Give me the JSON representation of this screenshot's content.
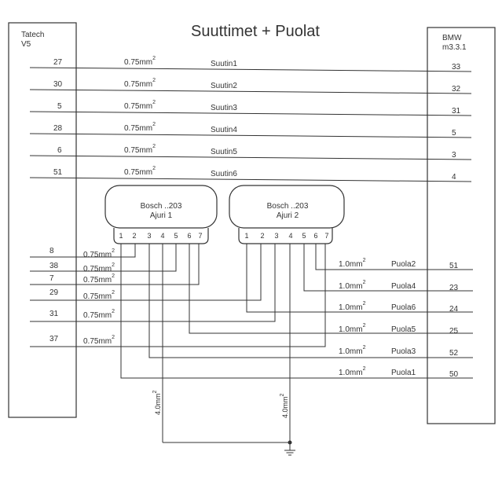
{
  "title": "Suuttimet + Puolat",
  "left_box": {
    "line1": "Tatech",
    "line2": "V5"
  },
  "right_box": {
    "line1": "BMW",
    "line2": "m3.3.1"
  },
  "injector_wires": [
    {
      "left_pin": "27",
      "gauge": "0.75mm",
      "name": "Suutin1",
      "right_pin": "33"
    },
    {
      "left_pin": "30",
      "gauge": "0.75mm",
      "name": "Suutin2",
      "right_pin": "32"
    },
    {
      "left_pin": "5",
      "gauge": "0.75mm",
      "name": "Suutin3",
      "right_pin": "31"
    },
    {
      "left_pin": "28",
      "gauge": "0.75mm",
      "name": "Suutin4",
      "right_pin": "5"
    },
    {
      "left_pin": "6",
      "gauge": "0.75mm",
      "name": "Suutin5",
      "right_pin": "3"
    },
    {
      "left_pin": "51",
      "gauge": "0.75mm",
      "name": "Suutin6",
      "right_pin": "4"
    }
  ],
  "drivers": [
    {
      "line1": "Bosch ..203",
      "line2": "Ajuri 1",
      "pins": [
        "1",
        "2",
        "3",
        "4",
        "5",
        "6",
        "7"
      ]
    },
    {
      "line1": "Bosch ..203",
      "line2": "Ajuri 2",
      "pins": [
        "1",
        "2",
        "3",
        "4",
        "5",
        "6",
        "7"
      ]
    }
  ],
  "driver_inputs": [
    {
      "left_pin": "8",
      "gauge": "0.75mm"
    },
    {
      "left_pin": "38",
      "gauge": "0.75mm"
    },
    {
      "left_pin": "7",
      "gauge": "0.75mm"
    },
    {
      "left_pin": "29",
      "gauge": "0.75mm"
    },
    {
      "left_pin": "31",
      "gauge": "0.75mm"
    },
    {
      "left_pin": "37",
      "gauge": "0.75mm"
    }
  ],
  "coil_wires": [
    {
      "gauge": "1.0mm",
      "name": "Puola2",
      "right_pin": "51"
    },
    {
      "gauge": "1.0mm",
      "name": "Puola4",
      "right_pin": "23"
    },
    {
      "gauge": "1.0mm",
      "name": "Puola6",
      "right_pin": "24"
    },
    {
      "gauge": "1.0mm",
      "name": "Puola5",
      "right_pin": "25"
    },
    {
      "gauge": "1.0mm",
      "name": "Puola3",
      "right_pin": "52"
    },
    {
      "gauge": "1.0mm",
      "name": "Puola1",
      "right_pin": "50"
    }
  ],
  "ground_wires": [
    {
      "gauge": "4.0mm"
    },
    {
      "gauge": "4.0mm"
    }
  ],
  "superscript": "2",
  "colors": {
    "ink": "#333333",
    "paper": "#ffffff"
  }
}
